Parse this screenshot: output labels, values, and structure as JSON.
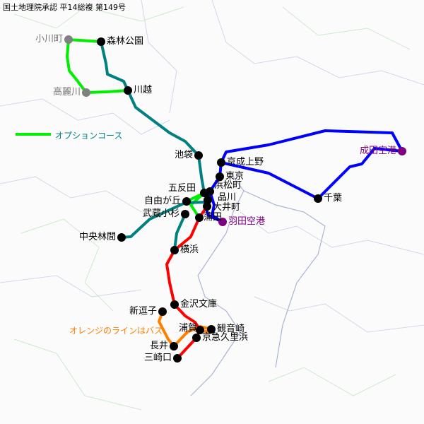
{
  "header": "国土地理院承認 平14総複 第149号",
  "legend": {
    "option_course": "オプションコース",
    "bus_note": "オレンジのラインはバス"
  },
  "colors": {
    "option": "#00ee00",
    "teal": "#008080",
    "red": "#ff0000",
    "blue": "#0000ff",
    "orange": "#ff7f00",
    "airport": "#800080",
    "optional_station": "#808080"
  },
  "stations": {
    "ogawamachi": "小川町",
    "shinrin_koen": "森林公園",
    "komagawa": "高麗川",
    "kawagoe": "川越",
    "ikebukuro": "池袋",
    "keisei_ueno": "京成上野",
    "tokyo": "東京",
    "hamamatsucho": "浜松町",
    "gotanda": "五反田",
    "jiyugaoka": "自由が丘",
    "shinagawa": "品川",
    "oimachi": "大井町",
    "musashi_kosugi": "武蔵小杉",
    "kamata": "蒲田",
    "haneda": "羽田空港",
    "chuo_rinkan": "中央林間",
    "yokohama": "横浜",
    "kanazawa_bunko": "金沢文庫",
    "shin_zushi": "新逗子",
    "uraga": "浦賀",
    "kannonzaki": "観音崎",
    "keikyu_kurihama": "京急久里浜",
    "nagai": "長井",
    "misakiguchi": "三崎口",
    "chiba": "千葉",
    "narita": "成田空港"
  }
}
